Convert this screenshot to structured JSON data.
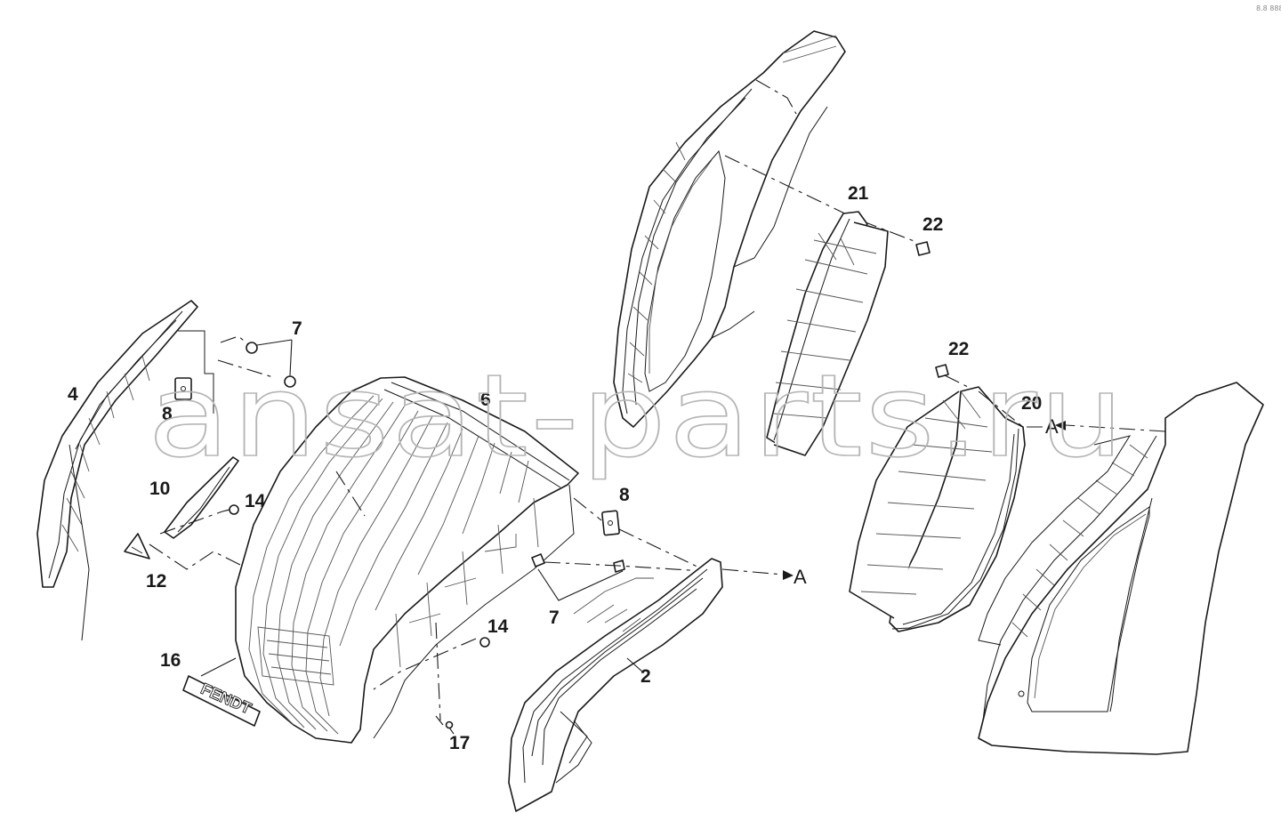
{
  "watermark": "ansat-parts.ru",
  "corner_mark": "8.8 888",
  "badge_text": "FENDT",
  "callouts": {
    "c2": "2",
    "c4": "4",
    "c6": "6",
    "c7_top": "7",
    "c7_bottom": "7",
    "c8_left": "8",
    "c8_right": "8",
    "c10": "10",
    "c12": "12",
    "c14_left": "14",
    "c14_mid": "14",
    "c16": "16",
    "c17": "17",
    "c20": "20",
    "c21": "21",
    "c22_top": "22",
    "c22_mid": "22"
  },
  "arrows": {
    "a_right": "A",
    "a_left": "A"
  }
}
